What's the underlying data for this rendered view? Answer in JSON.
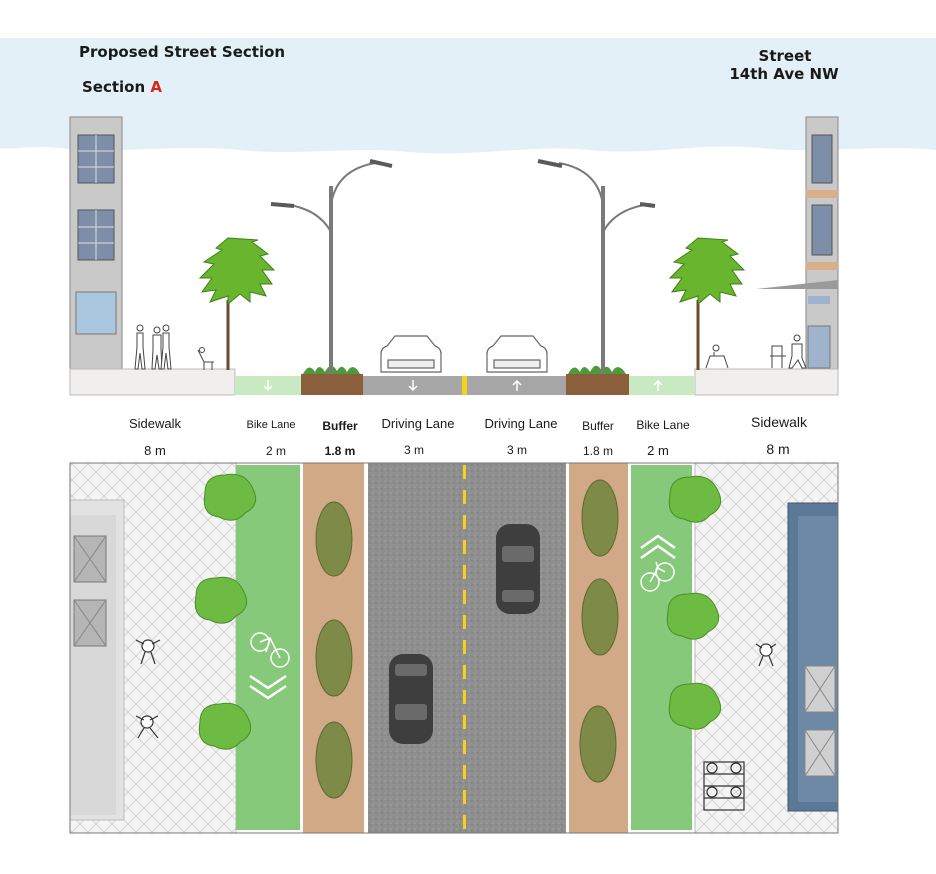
{
  "header": {
    "title": "Proposed Street Section",
    "section_prefix": "Section ",
    "section_letter": "A",
    "street_label": "Street",
    "street_name": "14th  Ave NW"
  },
  "colors": {
    "sky": "#e3f0f7",
    "bike_lane": "#86c97a",
    "buffer": "#d2a987",
    "asphalt": "#8a8a8a",
    "sidewalk": "#f2f2f2",
    "centerline": "#f4d21a",
    "section_letter": "#d6241e",
    "building_blue": "#5b7896"
  },
  "zones": [
    {
      "name": "Sidewalk",
      "width": "8 m",
      "bold": false
    },
    {
      "name": "Bike Lane",
      "width": "2 m",
      "bold": false
    },
    {
      "name": "Buffer",
      "width": "1.8 m",
      "bold": true
    },
    {
      "name": "Driving Lane",
      "width": "3 m",
      "bold": false
    },
    {
      "name": "Driving Lane",
      "width": "3 m",
      "bold": false
    },
    {
      "name": "Buffer",
      "width": "1.8 m",
      "bold": false
    },
    {
      "name": "Bike Lane",
      "width": "2 m",
      "bold": false
    },
    {
      "name": "Sidewalk",
      "width": "8 m",
      "bold": false
    }
  ],
  "icons": [
    "building-icon",
    "street-light-icon",
    "tree-icon",
    "car-icon",
    "bicycle-icon",
    "pedestrian-icon",
    "bench-icon",
    "direction-arrow-icon",
    "chevron-icon",
    "bike-rack-icon",
    "shrub-icon"
  ]
}
